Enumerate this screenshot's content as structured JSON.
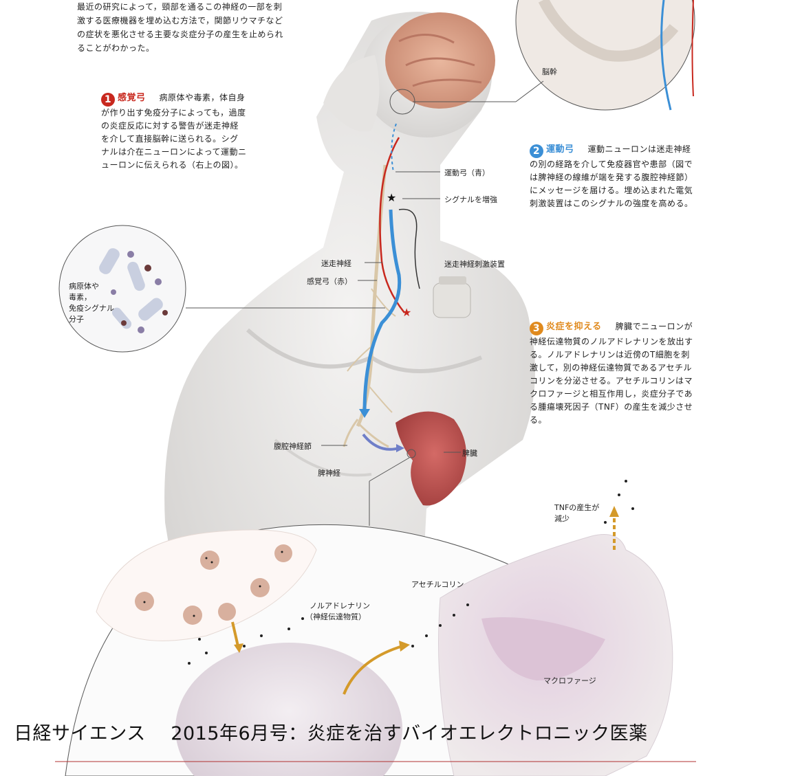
{
  "intro_text": "最近の研究によって，頸部を通るこの神経の一部を刺激する医療機器を埋め込む方法で，関節リウマチなどの症状を悪化させる主要な炎症分子の産生を止められることがわかった。",
  "steps": [
    {
      "number": "1",
      "title": "感覚弓",
      "text": "病原体や毒素，体自身が作り出す免疫分子によっても，過度の炎症反応に対する警告が迷走神経を介して直接脳幹に送られる。シグナルは介在ニューロンによって運動ニューロンに伝えられる（右上の図）。",
      "color": "#c8281e"
    },
    {
      "number": "2",
      "title": "運動弓",
      "text": "運動ニューロンは迷走神経の別の経路を介して免疫器官や患部（図では脾神経の線維が端を発する腹腔神経節）にメッセージを届ける。埋め込まれた電気刺激装置はこのシグナルの強度を高める。",
      "color": "#3b8fd6"
    },
    {
      "number": "3",
      "title": "炎症を抑える",
      "text": "脾臓でニューロンが神経伝達物質のノルアドレナリンを放出する。ノルアドレナリンは近傍のT細胞を刺激して，別の神経伝達物質であるアセチルコリンを分泌させる。アセチルコリンはマクロファージと相互作用し，炎症分子である腫瘍壊死因子（TNF）の産生を減少させる。",
      "color": "#e08a1e"
    }
  ],
  "labels": {
    "brainstem": "脳幹",
    "motor_arc": "運動弓（青）",
    "boost": "シグナルを増強",
    "vagus": "迷走神経",
    "sensory_arc": "感覚弓（赤）",
    "stimulator": "迷走神経刺激装置",
    "pathogen_1": "病原体や",
    "pathogen_2": "毒素，",
    "pathogen_3": "免疫シグナル",
    "pathogen_4": "分子",
    "celiac": "腹腔神経節",
    "splenic_nerve": "脾神経",
    "spleen": "脾臓",
    "tnf_1": "TNFの産生が",
    "tnf_2": "減少",
    "acetylcholine": "アセチルコリン",
    "noradrenaline_1": "ノルアドレナリン",
    "noradrenaline_2": "（神経伝達物質）",
    "macrophage": "マクロファージ"
  },
  "caption": "日経サイエンス　 2015年6月号：炎症を治すバイオエレクトロニック医薬",
  "colors": {
    "sensory": "#c8281e",
    "motor": "#3b8fd6",
    "inflammation": "#e08a1e",
    "arrow_gold": "#d49a2a",
    "spleen": "#c0504d"
  }
}
